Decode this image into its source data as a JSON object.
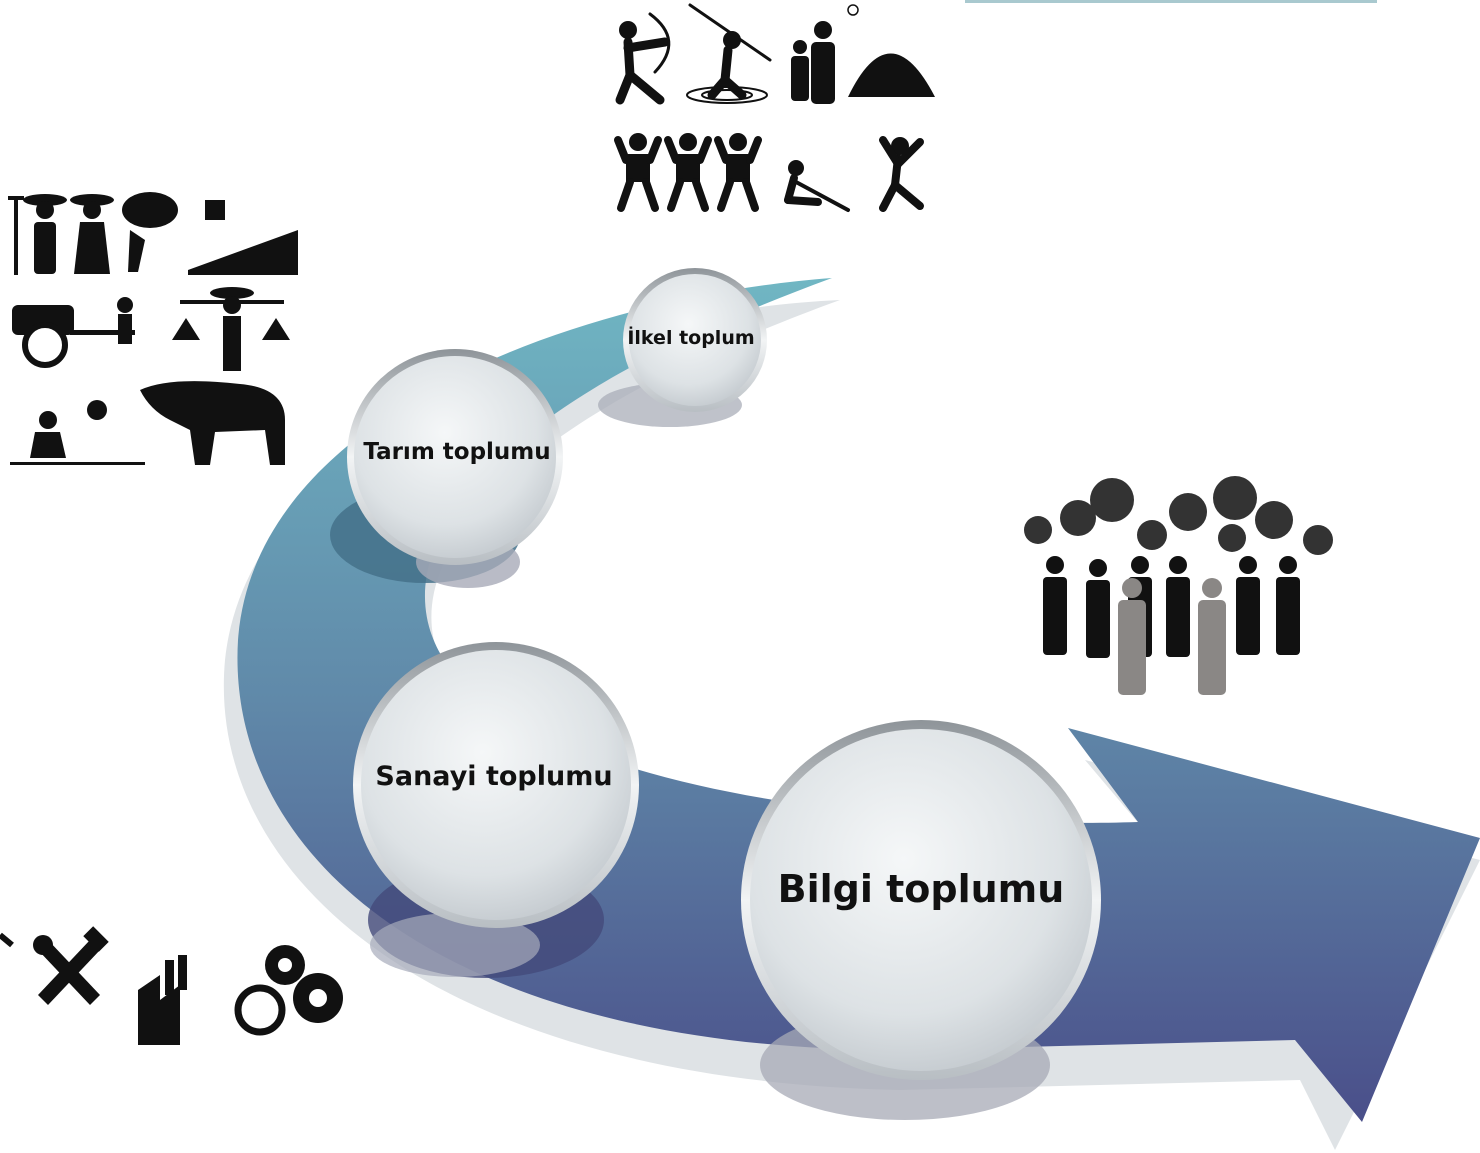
{
  "stages": [
    {
      "label": "İlkel toplum"
    },
    {
      "label": "Tarım toplumu"
    },
    {
      "label": "Sanayi toplumu"
    },
    {
      "label": "Bilgi toplumu"
    }
  ],
  "colors": {
    "arrow_top": "#70b6c3",
    "arrow_mid": "#6089a9",
    "arrow_bottom": "#4a4f8a",
    "arrow_shadow": "#dfe3e6",
    "bubble_fill": "#e3e7ea",
    "icon_ink": "#111111",
    "icon_grey": "#8a8785",
    "top_bar": "#a9c9cf"
  },
  "icons": {
    "primitive": "primitive-society-pictograms-icon",
    "agriculture": "agricultural-society-pictograms-icon",
    "industry": "industrial-society-tools-factory-gears-icon",
    "information": "information-society-people-network-icon"
  }
}
